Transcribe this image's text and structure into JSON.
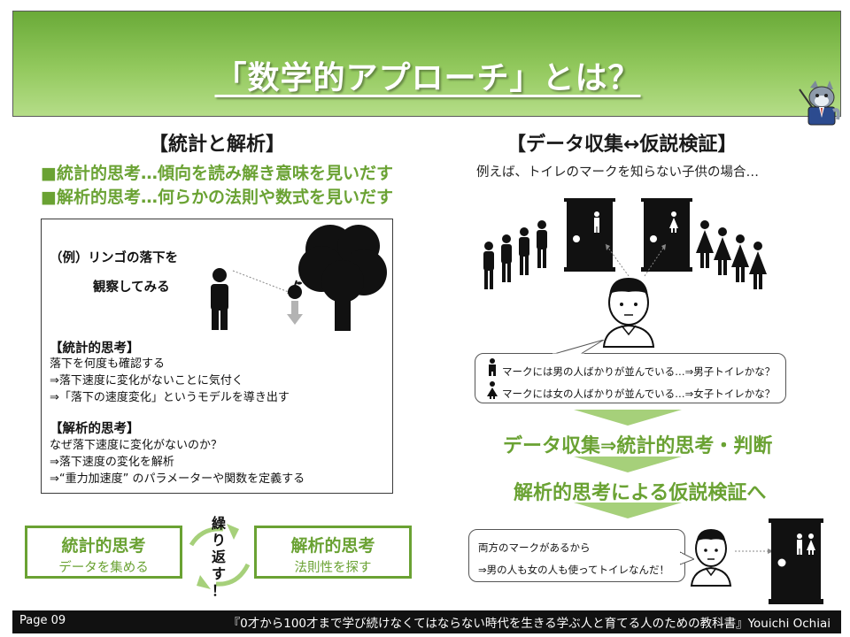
{
  "title": "「数学的アプローチ」とは？",
  "left": {
    "heading": "【統計と解析】",
    "bullets": [
      "■統計的思考…傾向を読み解き意味を見いだす",
      "■解析的思考…何らかの法則や数式を見いだす"
    ],
    "example": {
      "caption_line1": "（例）リンゴの落下を",
      "caption_line2": "観察してみる",
      "statistical": {
        "heading": "【統計的思考】",
        "lines": [
          "落下を何度も確認する",
          "⇒落下速度に変化がないことに気付く",
          "⇒「落下の速度変化」というモデルを導き出す"
        ]
      },
      "analytical": {
        "heading": "【解析的思考】",
        "lines": [
          "なぜ落下速度に変化がないのか？",
          "⇒落下速度の変化を解析",
          "⇒“重力加速度” のパラメーターや関数を定義する"
        ]
      }
    },
    "cycle": {
      "left_main": "統計的思考",
      "left_sub": "データを集める",
      "right_main": "解析的思考",
      "right_sub": "法則性を探す",
      "repeat_chars": [
        "繰",
        "り",
        "返",
        "す",
        "！"
      ]
    }
  },
  "right": {
    "heading": "【データ収集↔仮説検証】",
    "intro": "例えば、トイレのマークを知らない子供の場合…",
    "speech": [
      "マークには男の人ばかりが並んでいる…⇒男子トイレかな？",
      "マークには女の人ばかりが並んでいる…⇒女子トイレかな？"
    ],
    "step1": "データ収集⇒統計的思考・判断",
    "step2": "解析的思考による仮説検証へ",
    "conclusion": [
      "両方のマークがあるから",
      "⇒男の人も女の人も使ってトイレなんだ！"
    ]
  },
  "footer": {
    "page": "Page 09",
    "book": "『0才から100才まで学び続けなくてはならない時代を生きる学ぶ人と育てる人のための教科書』Youichi Ochiai"
  },
  "colors": {
    "accent_green": "#6aa233",
    "banner_green": "#7cb94a",
    "arrow_green": "#a6d07a",
    "ink": "#111111"
  },
  "icons": [
    "teacher-mascot-icon",
    "person-icon",
    "tree-icon",
    "apple-icon",
    "down-arrow-icon",
    "toilet-door-icon",
    "male-icon",
    "female-icon",
    "child-face-icon",
    "cycle-arrow-icon"
  ]
}
